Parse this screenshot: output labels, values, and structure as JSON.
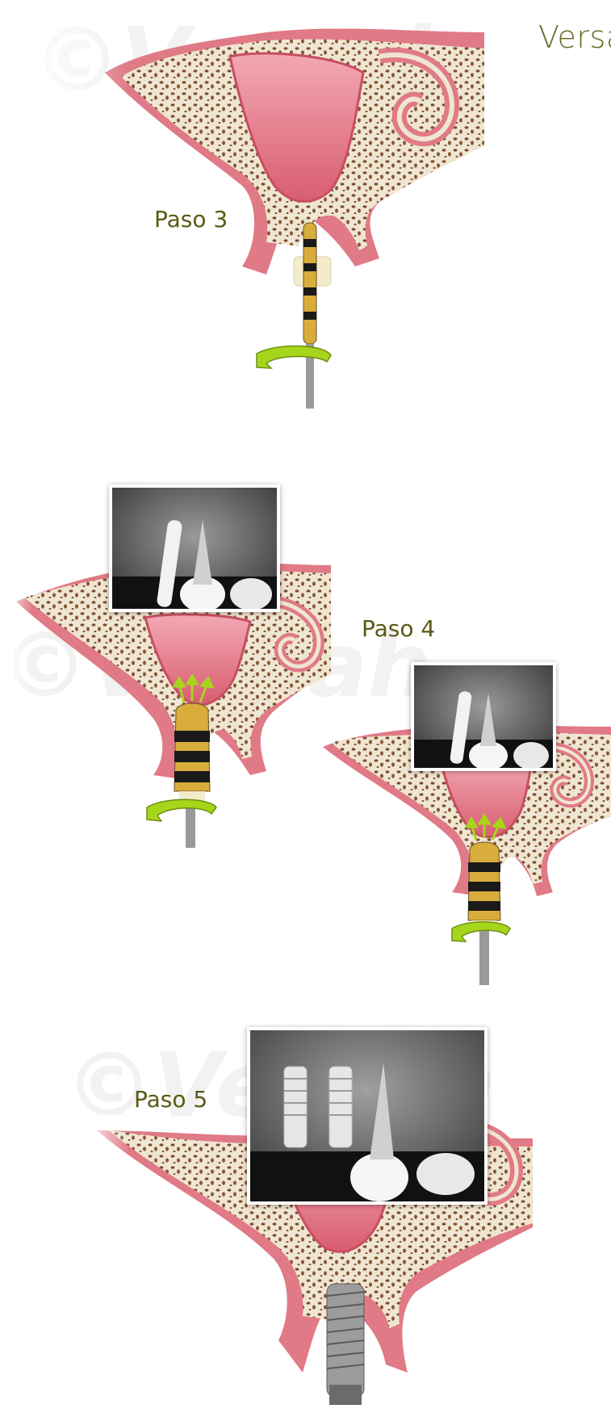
{
  "brand": {
    "text": "Versa"
  },
  "steps": [
    {
      "label": "Paso 3"
    },
    {
      "label": "Paso 4"
    },
    {
      "label": "Paso 5"
    }
  ],
  "watermark": {
    "text": "©Versah"
  },
  "colors": {
    "label": "#5a5a12",
    "brand": "#6b6b2a",
    "gum": "#e07a86",
    "bone": "#efe6d2",
    "drill_gold": "#d8ad3c",
    "arrow_green": "#a6d61b"
  }
}
